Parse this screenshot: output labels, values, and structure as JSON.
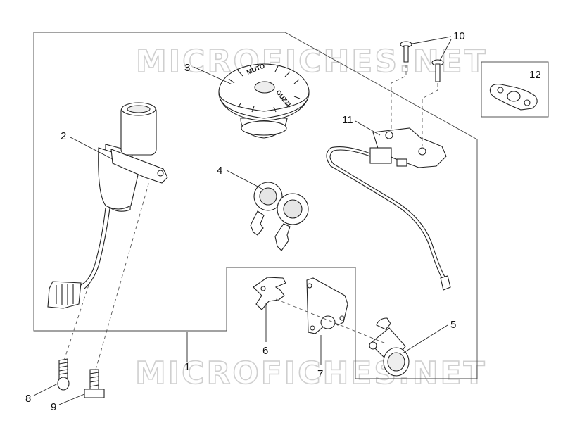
{
  "watermark": "MICROFICHES.NET",
  "callouts": {
    "c1": "1",
    "c2": "2",
    "c3": "3",
    "c4": "4",
    "c5": "5",
    "c6": "6",
    "c7": "7",
    "c8": "8",
    "c9": "9",
    "c10": "10",
    "c11": "11",
    "c12": "12"
  },
  "cap_text": {
    "brand_top": "MOTO",
    "brand_side": "GUZZI"
  },
  "colors": {
    "line": "#222222",
    "watermark": "#cfcfcf",
    "part_fill": "#ffffff",
    "shade": "#dddddd"
  }
}
